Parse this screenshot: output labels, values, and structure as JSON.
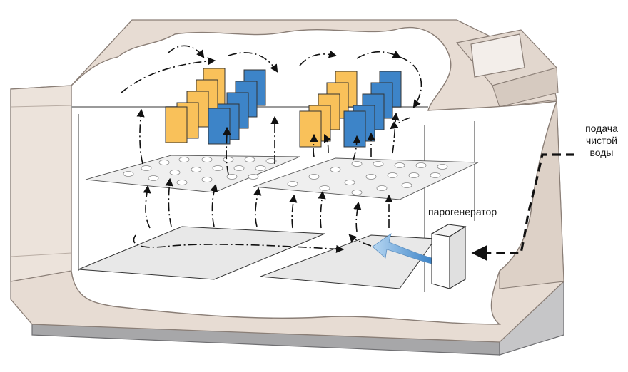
{
  "labels": {
    "water_supply": [
      "подача",
      "чистой",
      "воды"
    ],
    "steam_generator": "парогенератор"
  },
  "colors": {
    "housing": "#e7dcd3",
    "housing_stroke": "#8a7e76",
    "base": "#a7a7a9",
    "interior": "#ffffff",
    "tray": "#e8e8e8",
    "rack": "#efefef",
    "panel_orange": "#f9c15a",
    "panel_blue": "#3d84c8",
    "steam_arrow": "#7ab4e6",
    "flow": "#111111"
  },
  "icons": [
    "steam-generator-box",
    "water-inlet-dashed-line",
    "steam-flow-arrow",
    "air-circulation-arrows",
    "test-panel-rack"
  ]
}
